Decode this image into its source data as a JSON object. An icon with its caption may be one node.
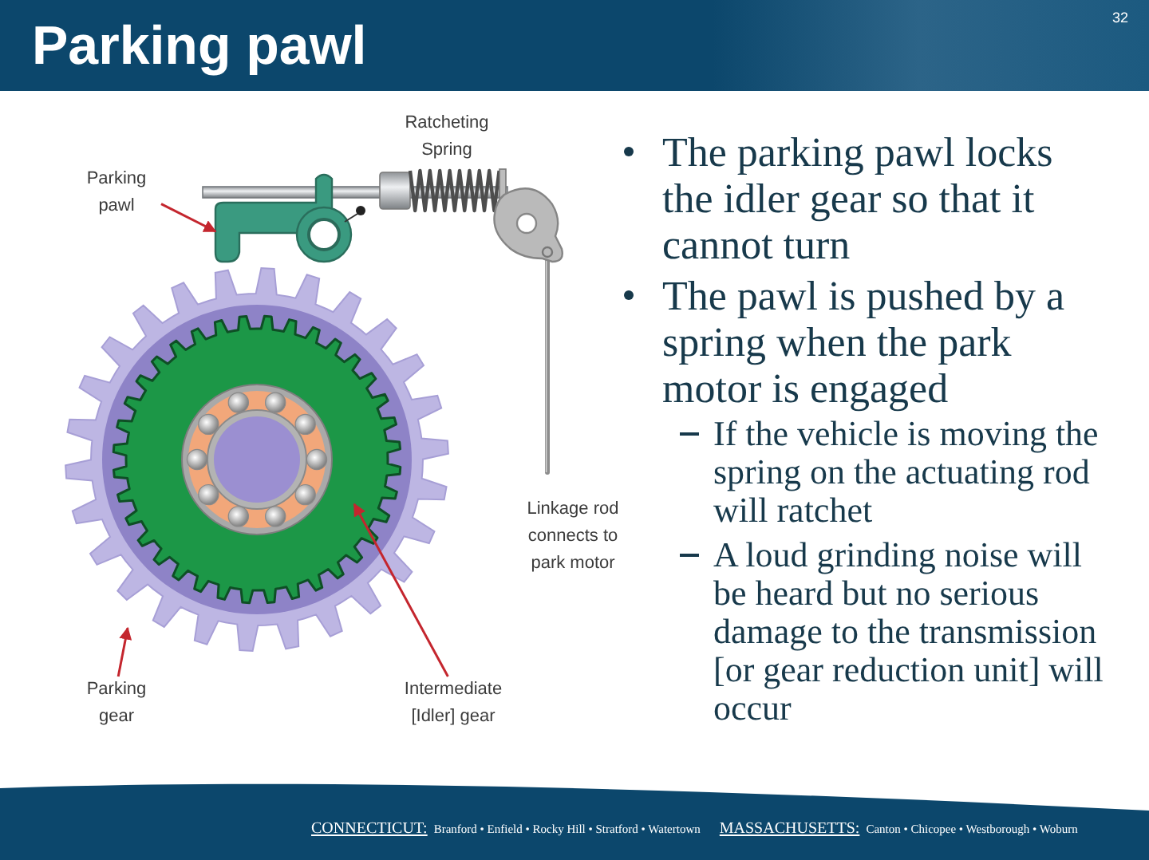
{
  "diagram": {
    "title": "Parking pawl",
    "nodes": [
      {
        "text": [
          "Parking pawl"
        ]
      },
      {
        "text": [],
        "shape": "picture"
      },
      {
        "text": [
          "Parking gear"
        ]
      },
      {
        "text": [],
        "shape": "picture"
      },
      {
        "text": [
          "Intermediate [Idler] gear"
        ]
      },
      {
        "text": [],
        "shape": "picture",
        "in": 3
      }
    ],
    "edges": [
      {
        "from": 0,
        "to": 1,
        "arrow": "to"
      },
      {
        "from": 2,
        "to": 3,
        "arrow": "to"
      },
      {
        "from": 4,
        "to": 5,
        "arrow": "to"
      }
    ],
    "labels": [
      "32",
      "Ratcheting Spring",
      "Linkage rod connects to park motor",
      "The parking pawl locks the idler gear so that it cannot turn",
      "The pawl is pushed by a spring when the park motor is engaged",
      "If the vehicle is moving the spring on the actuating rod will ratchet",
      "A loud grinding noise will be heard but no serious damage to the transmission [or gear reduction unit] will occur",
      "CONNECTICUT:",
      "Branford • Enfield • Rocky Hill • Stratford • Watertown",
      "MASSACHUSETTS:",
      "Canton • Chicopee • Westborough • Woburn"
    ]
  }
}
